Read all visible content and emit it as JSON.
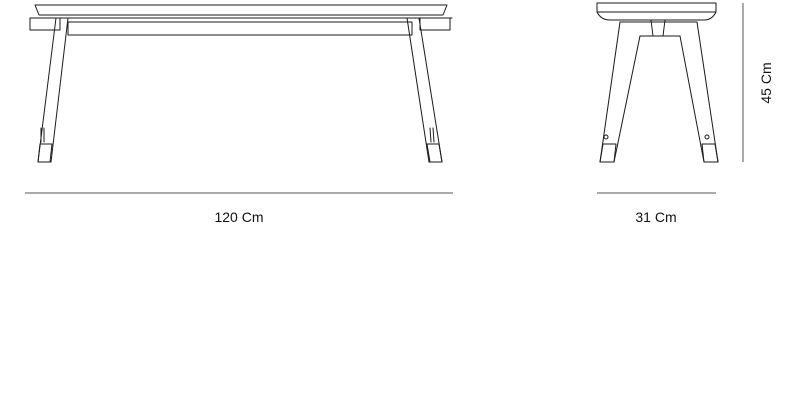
{
  "drawing": {
    "front_view": {
      "width_label": "120 Cm"
    },
    "side_view": {
      "depth_label": "31 Cm",
      "height_label": "45 Cm"
    }
  },
  "colors": {
    "line": "#1a1a1a",
    "dimension_rule": "#555555",
    "text": "#111111",
    "background": "#ffffff"
  }
}
